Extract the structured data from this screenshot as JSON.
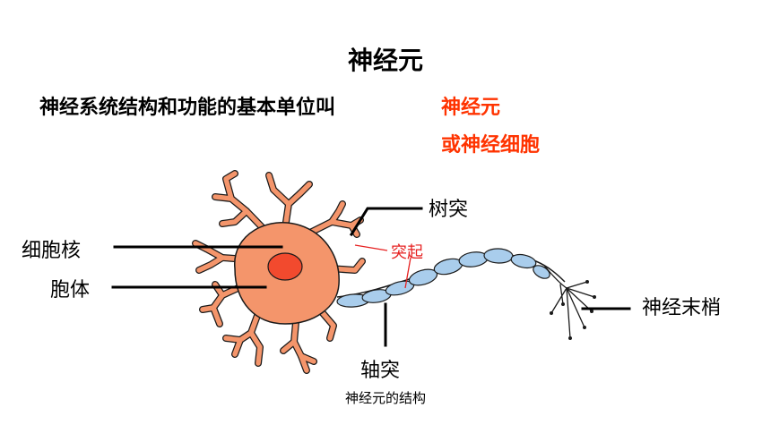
{
  "title": "神经元",
  "question": "神经系统结构和功能的基本单位叫",
  "answer_line1": "神经元",
  "answer_line2": "或神经细胞",
  "labels": {
    "dendrite": "树突",
    "nucleus": "细胞核",
    "cell_body": "胞体",
    "process": "突起",
    "nerve_terminal": "神经末梢",
    "axon": "轴突"
  },
  "caption": "神经元的结构",
  "colors": {
    "answer": "#ff3300",
    "process_label": "#e62020",
    "cell_body": "#f4956b",
    "nucleus": "#f24a2e",
    "myelin": "#a9cdec",
    "outline": "#1a1a1a"
  }
}
